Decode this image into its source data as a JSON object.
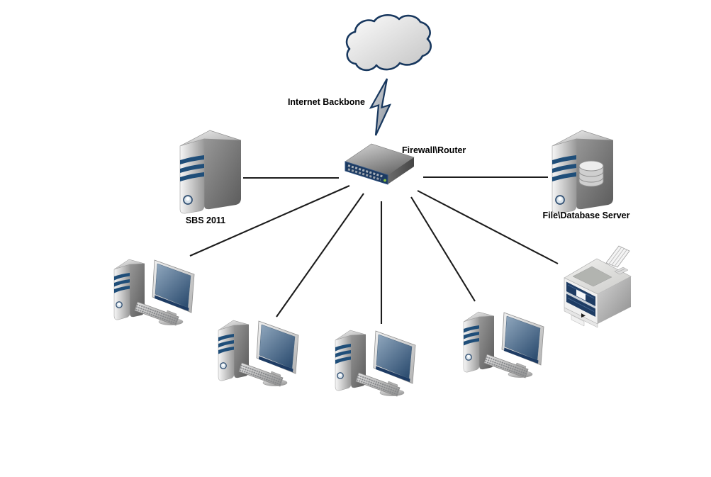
{
  "diagram": {
    "type": "network-topology",
    "background": "#ffffff",
    "nodes": [
      {
        "id": "internet",
        "label": "Internet Backbone",
        "icon": "cloud-icon"
      },
      {
        "id": "firewall-router",
        "label": "Firewall\\Router",
        "icon": "firewall-router-icon"
      },
      {
        "id": "sbs-2011",
        "label": "SBS 2011",
        "icon": "server-tower-icon"
      },
      {
        "id": "file-database-server",
        "label": "File\\Database Server",
        "icon": "database-server-icon"
      },
      {
        "id": "workstation-1",
        "label": "",
        "icon": "desktop-computer-icon"
      },
      {
        "id": "workstation-2",
        "label": "",
        "icon": "desktop-computer-icon"
      },
      {
        "id": "workstation-3",
        "label": "",
        "icon": "desktop-computer-icon"
      },
      {
        "id": "workstation-4",
        "label": "",
        "icon": "desktop-computer-icon"
      },
      {
        "id": "printer",
        "label": "",
        "icon": "printer-icon"
      }
    ],
    "edges": [
      {
        "from": "internet",
        "to": "firewall-router",
        "style": "lightning-bolt"
      },
      {
        "from": "firewall-router",
        "to": "sbs-2011",
        "style": "line"
      },
      {
        "from": "firewall-router",
        "to": "file-database-server",
        "style": "line"
      },
      {
        "from": "firewall-router",
        "to": "workstation-1",
        "style": "line"
      },
      {
        "from": "firewall-router",
        "to": "workstation-2",
        "style": "line"
      },
      {
        "from": "firewall-router",
        "to": "workstation-3",
        "style": "line"
      },
      {
        "from": "firewall-router",
        "to": "workstation-4",
        "style": "line"
      },
      {
        "from": "firewall-router",
        "to": "printer",
        "style": "line"
      }
    ],
    "colors": {
      "outline_navy": "#17375e",
      "device_stripe_navy": "#1f4e79",
      "switch_face_navy": "#1c3a61",
      "screen_blue": "#51729b",
      "connection_line": "#1c1c1c",
      "led_green": "#8dc63f"
    }
  }
}
